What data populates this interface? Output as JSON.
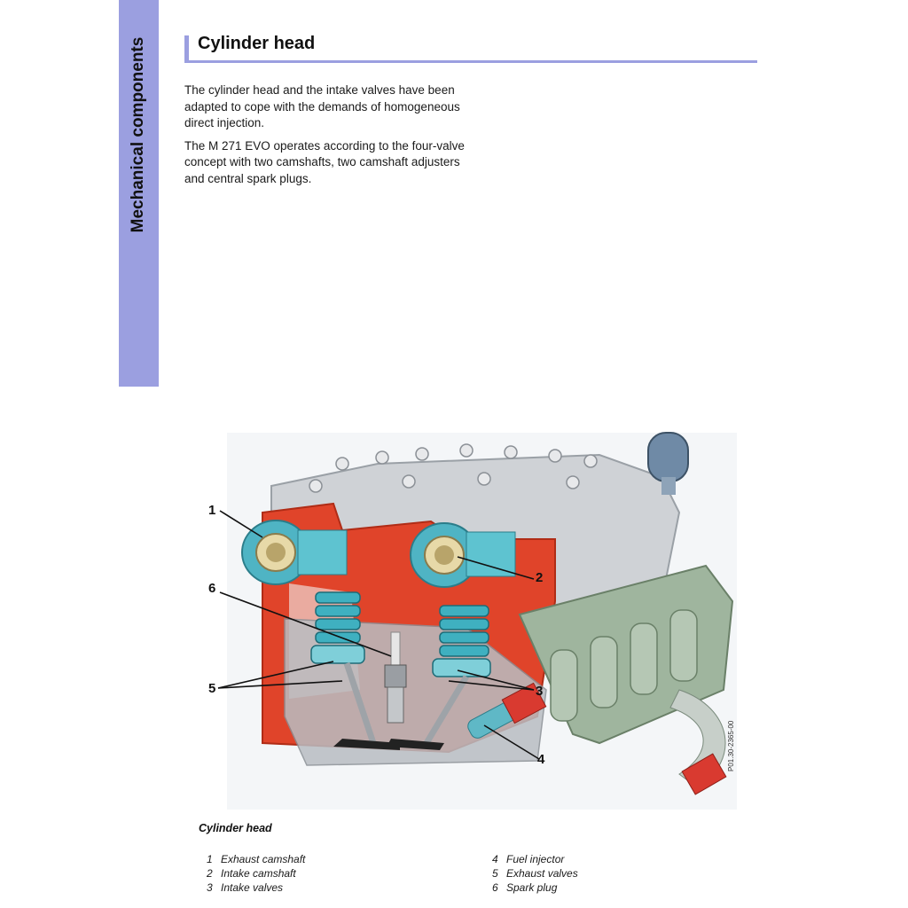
{
  "side_tab": {
    "label": "Mechanical components"
  },
  "header": {
    "title": "Cylinder head"
  },
  "body": {
    "paragraphs": [
      "The cylinder head and the intake valves have been adapted to cope with the demands of homogeneous direct injection.",
      "The M 271 EVO operates according to the four-valve concept with two camshafts, two camshaft adjusters and central spark plugs."
    ]
  },
  "figure": {
    "id": "P01.30-2365-00",
    "callouts": [
      "1",
      "6",
      "5",
      "2",
      "3",
      "4"
    ],
    "colors": {
      "section_red": "#e0442a",
      "metal_grey": "#c9cccf",
      "spring_cyan": "#3fb0c0",
      "pipe_green": "#9fb59e",
      "injector_red": "#d93a30"
    }
  },
  "caption": "Cylinder head",
  "legend": {
    "left": [
      {
        "num": "1",
        "label": "Exhaust camshaft"
      },
      {
        "num": "2",
        "label": "Intake camshaft"
      },
      {
        "num": "3",
        "label": "Intake valves"
      }
    ],
    "right": [
      {
        "num": "4",
        "label": "Fuel injector"
      },
      {
        "num": "5",
        "label": "Exhaust valves"
      },
      {
        "num": "6",
        "label": "Spark plug"
      }
    ]
  }
}
